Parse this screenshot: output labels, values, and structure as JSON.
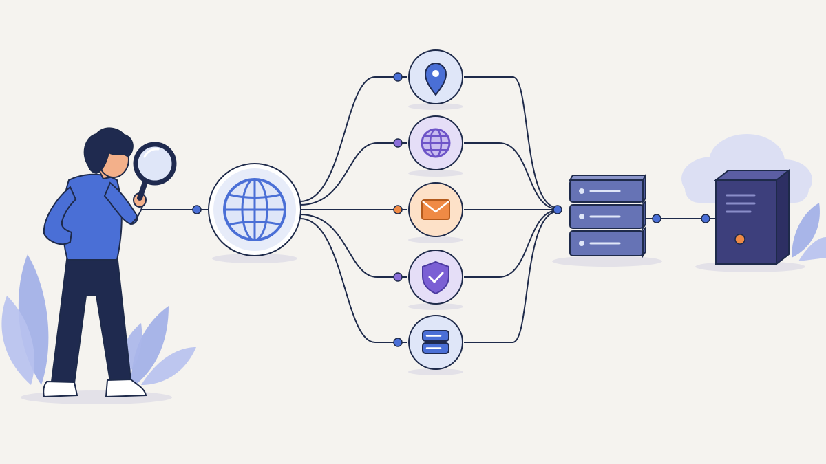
{
  "diagram": {
    "kind": "network-flow",
    "description_free": true,
    "nodes": [
      {
        "id": "person",
        "icon": "person-with-magnifier-icon"
      },
      {
        "id": "globe-hub",
        "icon": "globe-icon"
      },
      {
        "id": "location",
        "icon": "location-pin-icon"
      },
      {
        "id": "web",
        "icon": "globe-small-icon"
      },
      {
        "id": "mail",
        "icon": "envelope-icon"
      },
      {
        "id": "security",
        "icon": "shield-check-icon"
      },
      {
        "id": "database",
        "icon": "database-icon"
      },
      {
        "id": "server-rack",
        "icon": "server-rack-icon"
      },
      {
        "id": "cloud-server",
        "icon": "server-tower-icon"
      }
    ],
    "edges": [
      [
        "person",
        "globe-hub"
      ],
      [
        "globe-hub",
        "location"
      ],
      [
        "globe-hub",
        "web"
      ],
      [
        "globe-hub",
        "mail"
      ],
      [
        "globe-hub",
        "security"
      ],
      [
        "globe-hub",
        "database"
      ],
      [
        "location",
        "server-rack"
      ],
      [
        "web",
        "server-rack"
      ],
      [
        "mail",
        "server-rack"
      ],
      [
        "security",
        "server-rack"
      ],
      [
        "database",
        "server-rack"
      ],
      [
        "server-rack",
        "cloud-server"
      ]
    ]
  },
  "colors": {
    "background": "#f5f3ef",
    "line": "#1e2a4a",
    "blue": "#4a6fd6",
    "purple": "#8b6fd9",
    "orange": "#ef8a45",
    "navy": "#1f2a4f",
    "light_blue_fill": "#dfe6f8",
    "light_purple_fill": "#e5def7",
    "light_orange_fill": "#fde1c8",
    "leaf": "#9aa9e6",
    "server": "#6673b5",
    "tower": "#3d3f7c",
    "cloud": "#dcdff3"
  }
}
